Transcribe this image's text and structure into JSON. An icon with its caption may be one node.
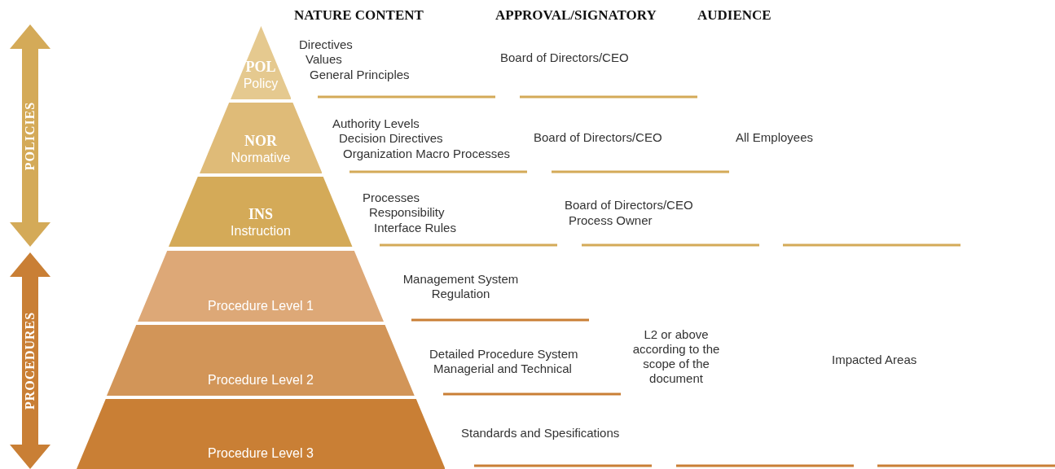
{
  "diagram": {
    "nodes": [
      {
        "text": [
          "POLICIES"
        ]
      },
      {
        "text": [
          "PROCEDURES"
        ]
      },
      {
        "text": [
          "POL",
          "Policy"
        ]
      },
      {
        "text": [
          "NOR",
          "Normative"
        ]
      },
      {
        "text": [
          "INS",
          "Instruction"
        ]
      },
      {
        "text": [
          "Procedure Level 1"
        ]
      },
      {
        "text": [
          "Procedure Level 2"
        ]
      },
      {
        "text": [
          "Procedure Level 3"
        ]
      }
    ],
    "labels": [
      "NATURE CONTENT",
      "APPROVAL/SIGNATORY",
      "AUDIENCE",
      "Directives",
      "Values",
      "General Principles",
      "Board of Directors/CEO",
      "Authority Levels",
      "Decision Directives",
      "Organization Macro Processes",
      "Board of Directors/CEO",
      "All Employees",
      "Processes",
      "Responsibility",
      "Interface Rules",
      "Board of Directors/CEO",
      "Process Owner",
      "Management System Regulation",
      "Detailed Procedure System",
      "Managerial and Technical",
      "L2 or above according to the scope of the document",
      "Impacted Areas",
      "Standards and Spesifications"
    ]
  }
}
